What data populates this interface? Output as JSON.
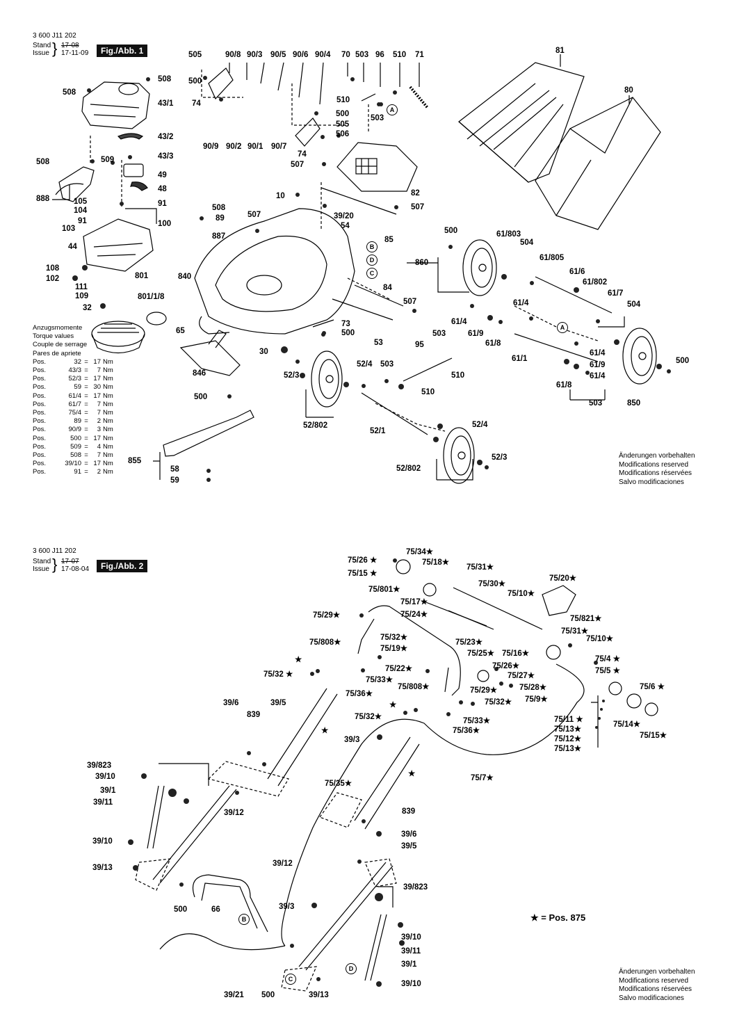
{
  "fig1": {
    "doc_no": "3 600 J11 202",
    "stand_label": "Stand",
    "issue_label": "Issue",
    "stand_date": "17-08",
    "issue_date": "17-11-09",
    "fig_title": "Fig./Abb. 1"
  },
  "fig2": {
    "doc_no": "3 600 J11 202",
    "stand_label": "Stand",
    "issue_label": "Issue",
    "stand_date": "17-07",
    "issue_date": "17-08-04",
    "fig_title": "Fig./Abb. 2"
  },
  "torque": {
    "title_lines": [
      "Anzugsmomente",
      "Torque values",
      "Couple de serrage",
      "Pares de apriete"
    ],
    "rows": [
      {
        "pos": "Pos.",
        "part": "32",
        "eq": "=",
        "val": "17",
        "unit": "Nm"
      },
      {
        "pos": "Pos.",
        "part": "43/3",
        "eq": "=",
        "val": "7",
        "unit": "Nm"
      },
      {
        "pos": "Pos.",
        "part": "52/3",
        "eq": "=",
        "val": "17",
        "unit": "Nm"
      },
      {
        "pos": "Pos.",
        "part": "59",
        "eq": "=",
        "val": "30",
        "unit": "Nm"
      },
      {
        "pos": "Pos.",
        "part": "61/4",
        "eq": "=",
        "val": "17",
        "unit": "Nm"
      },
      {
        "pos": "Pos.",
        "part": "61/7",
        "eq": "=",
        "val": "7",
        "unit": "Nm"
      },
      {
        "pos": "Pos.",
        "part": "75/4",
        "eq": "=",
        "val": "7",
        "unit": "Nm"
      },
      {
        "pos": "Pos.",
        "part": "89",
        "eq": "=",
        "val": "2",
        "unit": "Nm"
      },
      {
        "pos": "Pos.",
        "part": "90/9",
        "eq": "=",
        "val": "3",
        "unit": "Nm"
      },
      {
        "pos": "Pos.",
        "part": "500",
        "eq": "=",
        "val": "17",
        "unit": "Nm"
      },
      {
        "pos": "Pos.",
        "part": "509",
        "eq": "=",
        "val": "4",
        "unit": "Nm"
      },
      {
        "pos": "Pos.",
        "part": "508",
        "eq": "=",
        "val": "7",
        "unit": "Nm"
      },
      {
        "pos": "Pos.",
        "part": "39/10",
        "eq": "=",
        "val": "17",
        "unit": "Nm"
      },
      {
        "pos": "Pos.",
        "part": "91",
        "eq": "=",
        "val": "2",
        "unit": "Nm"
      }
    ]
  },
  "notice1": [
    "Änderungen vorbehalten",
    "Modifications reserved",
    "Modifications réservées",
    "Salvo modificaciones"
  ],
  "notice2": [
    "Änderungen vorbehalten",
    "Modifications reserved",
    "Modifications réservées",
    "Salvo modificaciones"
  ],
  "star_legend": "★ = Pos. 875",
  "circles": {
    "a": "A",
    "b": "B",
    "c": "C",
    "d": "D"
  },
  "labels1": {
    "l505": "505",
    "l90_8": "90/8",
    "l90_3": "90/3",
    "l90_5": "90/5",
    "l90_6": "90/6",
    "l90_4": "90/4",
    "l70": "70",
    "l503a": "503",
    "l96": "96",
    "l510a": "510",
    "l71": "71",
    "l81": "81",
    "l80": "80",
    "l508a": "508",
    "l508b": "508",
    "l43_1": "43/1",
    "l500a": "500",
    "l74a": "74",
    "l510b": "510",
    "l500b": "500",
    "l505b": "505",
    "l506": "506",
    "l503b": "503",
    "l43_2": "43/2",
    "l43_3": "43/3",
    "l90_9": "90/9",
    "l90_2": "90/2",
    "l90_1": "90/1",
    "l90_7": "90/7",
    "l74b": "74",
    "l507a": "507",
    "l508c": "508",
    "l509": "509",
    "l49": "49",
    "l48": "48",
    "l888": "888",
    "l105": "105",
    "l104": "104",
    "l91a": "91",
    "l91b": "91",
    "l100": "100",
    "l103": "103",
    "l10": "10",
    "l507b": "507",
    "l39_20": "39/20",
    "l54": "54",
    "l82": "82",
    "l507c": "507",
    "l508d": "508",
    "l89": "89",
    "l887": "887",
    "l85": "85",
    "l44": "44",
    "l108": "108",
    "l102": "102",
    "l801": "801",
    "l840": "840",
    "l111": "111",
    "l109": "109",
    "l801_1_8": "801/1/8",
    "l32": "32",
    "l84": "84",
    "l507d": "507",
    "l65": "65",
    "l73": "73",
    "l500c": "500",
    "l53": "53",
    "l30": "30",
    "l846": "846",
    "l500d": "500",
    "l52_3a": "52/3",
    "l52_4a": "52/4",
    "l503c": "503",
    "l510c": "510",
    "l52_802a": "52/802",
    "l52_1": "52/1",
    "l855": "855",
    "l58": "58",
    "l59": "59",
    "l52_4b": "52/4",
    "l52_802b": "52/802",
    "l52_3b": "52/3",
    "l500e": "500",
    "l860": "860",
    "l61_803": "61/803",
    "l504a": "504",
    "l61_805": "61/805",
    "l61_6": "61/6",
    "l61_802": "61/802",
    "l61_7": "61/7",
    "l504b": "504",
    "l61_4a": "61/4",
    "l61_4b": "61/4",
    "l61_9a": "61/9",
    "l61_8a": "61/8",
    "l95": "95",
    "l503d": "503",
    "l510d": "510",
    "l61_1": "61/1",
    "l61_4c": "61/4",
    "l61_9b": "61/9",
    "l61_8b": "61/8",
    "l61_4d": "61/4",
    "l500f": "500",
    "l850": "850",
    "l503e": "503"
  },
  "labels2": {
    "l75_34": "75/34★",
    "l75_26a": "75/26 ★",
    "l75_18": "75/18★",
    "l75_15a": "75/15 ★",
    "l75_31a": "75/31★",
    "l75_30": "75/30★",
    "l75_20": "75/20★",
    "l75_801": "75/801★",
    "l75_17": "75/17★",
    "l75_10a": "75/10★",
    "l75_29a": "75/29★",
    "l75_24": "75/24★",
    "l75_821": "75/821★",
    "l75_31b": "75/31★",
    "l75_808a": "75/808★",
    "l75_32a": "75/32★",
    "l75_23": "75/23★",
    "l75_10b": "75/10★",
    "l75_19": "75/19★",
    "l75_25": "75/25★",
    "l75_16": "75/16★",
    "l75_4": "75/4 ★",
    "lstar_a": "★",
    "l75_32b": "75/32 ★",
    "l75_22": "75/22★",
    "l75_26b": "75/26★",
    "l75_5": "75/5 ★",
    "l75_27": "75/27★",
    "l75_33a": "75/33★",
    "l75_28": "75/28★",
    "l75_36a": "75/36★",
    "l75_6": "75/6 ★",
    "l75_808b": "75/808★",
    "l75_29b": "75/29★",
    "l75_9": "75/9★",
    "l75_32c": "75/32★",
    "lstar_b": "★",
    "l39_6a": "39/6",
    "l39_5a": "39/5",
    "l839a": "839",
    "l75_32d": "75/32★",
    "l75_33b": "75/33★",
    "l75_11": "75/11 ★",
    "l75_36b": "75/36★",
    "l75_13a": "75/13★",
    "l75_14": "75/14★",
    "l75_15b": "75/15★",
    "l75_12": "75/12★",
    "l75_13b": "75/13★",
    "lstar_c": "★",
    "l39_3a": "39/3",
    "l75_7": "75/7★",
    "l39_823a": "39/823",
    "l39_10a": "39/10",
    "l39_1a": "39/1",
    "l39_11a": "39/11",
    "l39_12a": "39/12",
    "lstar_d": "★",
    "l75_35": "75/35★",
    "l839b": "839",
    "l39_6b": "39/6",
    "l39_5b": "39/5",
    "l39_10b": "39/10",
    "l39_13a": "39/13",
    "l39_12b": "39/12",
    "l39_823b": "39/823",
    "l500g": "500",
    "l66": "66",
    "l39_3b": "39/3",
    "l39_10c": "39/10",
    "l39_11b": "39/11",
    "l39_1b": "39/1",
    "l39_10d": "39/10",
    "l39_21": "39/21",
    "l500h": "500",
    "l39_13b": "39/13"
  }
}
